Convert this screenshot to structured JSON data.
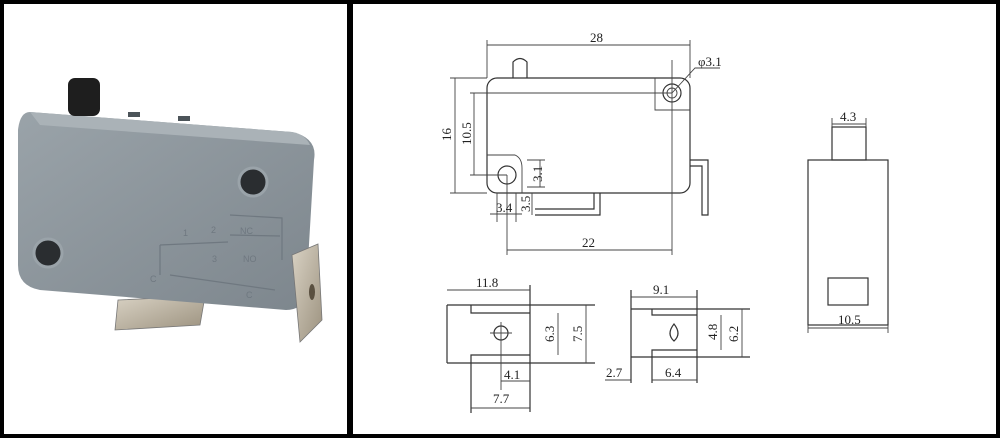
{
  "photo": {
    "caption_marks": {
      "terminal_1": "1",
      "terminal_2": "2",
      "terminal_3": "3",
      "nc": "NC",
      "no": "NO",
      "c_left": "C",
      "c_right": "C"
    },
    "body_color": "#8a949b"
  },
  "drawing": {
    "front_view": {
      "overall_length": "28",
      "hole_diameter": "φ3.1",
      "height": "16",
      "hole_spacing_vertical": "10.5",
      "hole_offset": "3.1",
      "hole_edge": "3.4",
      "terminal_drop": "3.5",
      "hole_spacing_horizontal": "22"
    },
    "side_view": {
      "plunger_width": "4.3",
      "body_width": "10.5"
    },
    "terminal_a": {
      "length": "11.8",
      "inner_width": "6.3",
      "outer_width": "7.5",
      "hole_offset": "4.1",
      "tab_length": "7.7"
    },
    "terminal_b": {
      "length": "9.1",
      "inner_width": "4.8",
      "outer_width": "6.2",
      "offset": "2.7",
      "tab_length": "6.4"
    }
  }
}
